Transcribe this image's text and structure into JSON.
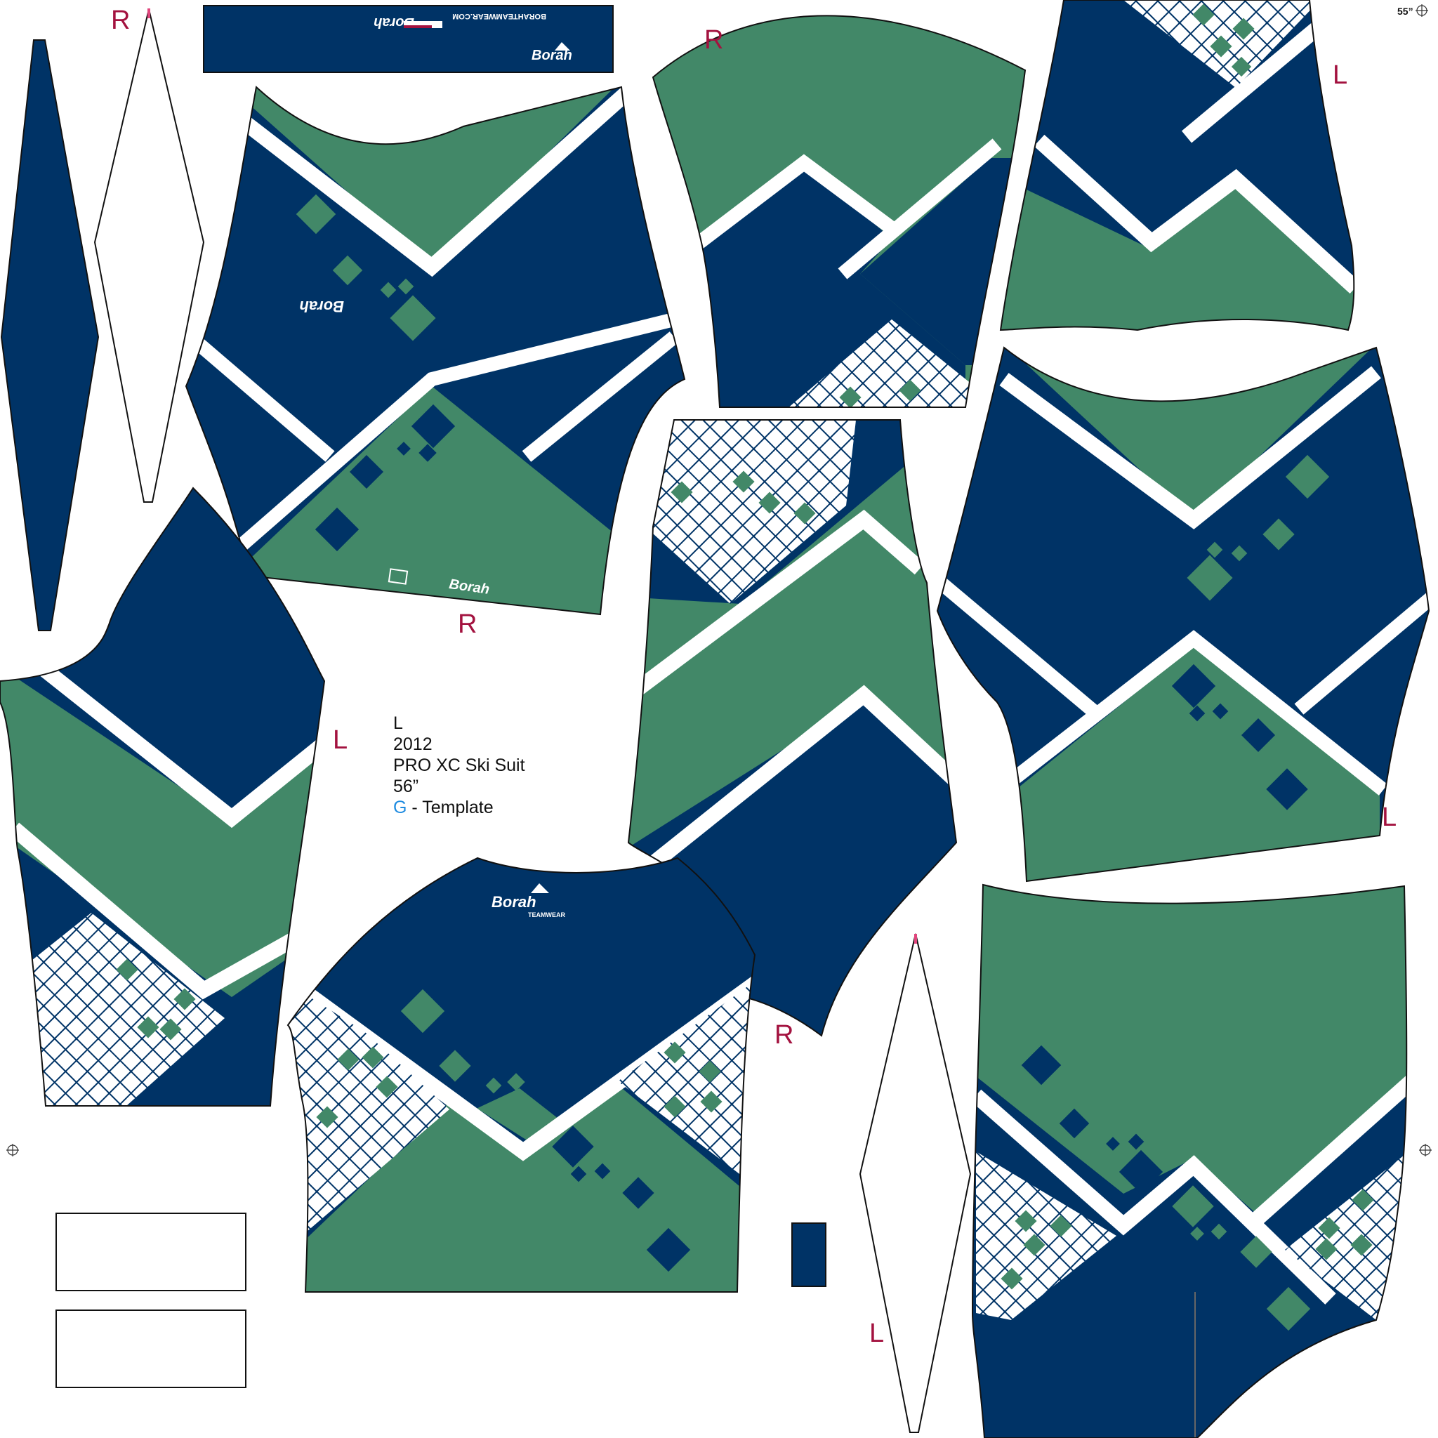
{
  "template": {
    "size_label": "L",
    "year": "2012",
    "product": "PRO XC Ski Suit",
    "length": "56”",
    "variant_letter": "G",
    "variant_suffix": " - Template",
    "sheet_width_label": "55”"
  },
  "side_marks": {
    "r1": "R",
    "r2": "R",
    "r3": "R",
    "r4": "R",
    "l1": "L",
    "l2": "L",
    "l3": "L",
    "l4": "L"
  },
  "logos": {
    "brand": "Borah",
    "sub": "TEAMWEAR",
    "site": "BORAHTEAMWEAR.COM"
  },
  "colors": {
    "navy": "#003366",
    "green": "#428868",
    "white": "#ffffff",
    "accent_red": "#a3123f",
    "accent_blue": "#1e8be0"
  },
  "icons": [
    "registration-target-icon",
    "borah-mountain-logo-icon",
    "usa-flag-icon"
  ]
}
